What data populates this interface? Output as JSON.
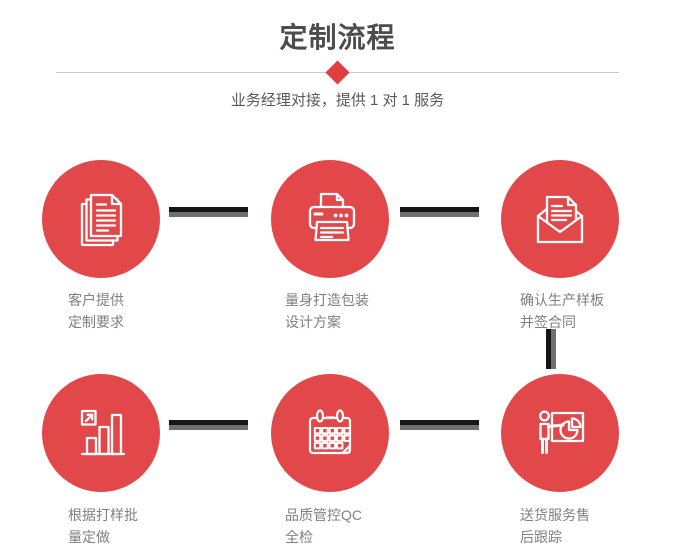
{
  "header": {
    "title": "定制流程",
    "subtitle": "业务经理对接，提供 1 对 1 服务",
    "divider_icon": "diamond-icon"
  },
  "colors": {
    "circle_red": "#e2484a",
    "diamond_red": "#e23d3f",
    "title_gray": "#4d4d4d",
    "subtitle_gray": "#595959",
    "caption_gray": "#808080",
    "connector_black": "#161616",
    "connector_gray": "#6f6f6f",
    "divider_gray": "#cccccc",
    "icon_stroke": "#ffffff"
  },
  "steps": [
    {
      "icon": "documents-icon",
      "line1": "客户提供",
      "line2": "定制要求"
    },
    {
      "icon": "printer-icon",
      "line1": "量身打造包装",
      "line2": "设计方案"
    },
    {
      "icon": "envelope-letter-icon",
      "line1": "确认生产样板",
      "line2": "并签合同"
    },
    {
      "icon": "bar-chart-growth-icon",
      "line1": "根据打样批",
      "line2": "量定做"
    },
    {
      "icon": "calendar-icon",
      "line1": "品质管控QC",
      "line2": "全检"
    },
    {
      "icon": "presentation-pie-chart-icon",
      "line1": "送货服务售",
      "line2": "后跟踪"
    }
  ]
}
